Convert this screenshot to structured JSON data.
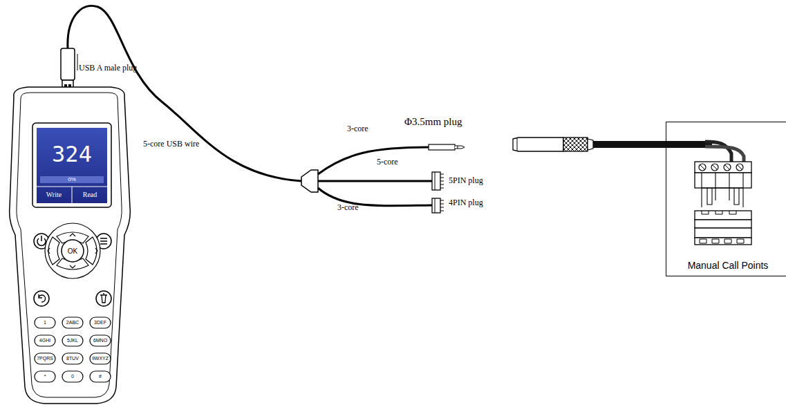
{
  "diagram": {
    "nodes": [
      {
        "text": [
          "324",
          "0%",
          "Write",
          "Read"
        ]
      },
      {
        "text": [
          "Manual Call Points"
        ]
      }
    ],
    "labels": [
      "USB A male plug",
      "5-core USB wire",
      "3-core",
      "Φ3.5mm plug",
      "5-core",
      "5PIN plug",
      "4PIN plug",
      "3-core",
      "OK",
      "1",
      "2ABC",
      "3DEF",
      "4GHI",
      "5JKL",
      "6MNO",
      "7PQRS",
      "8TUV",
      "9WXYZ",
      "*",
      "0",
      "#"
    ]
  }
}
